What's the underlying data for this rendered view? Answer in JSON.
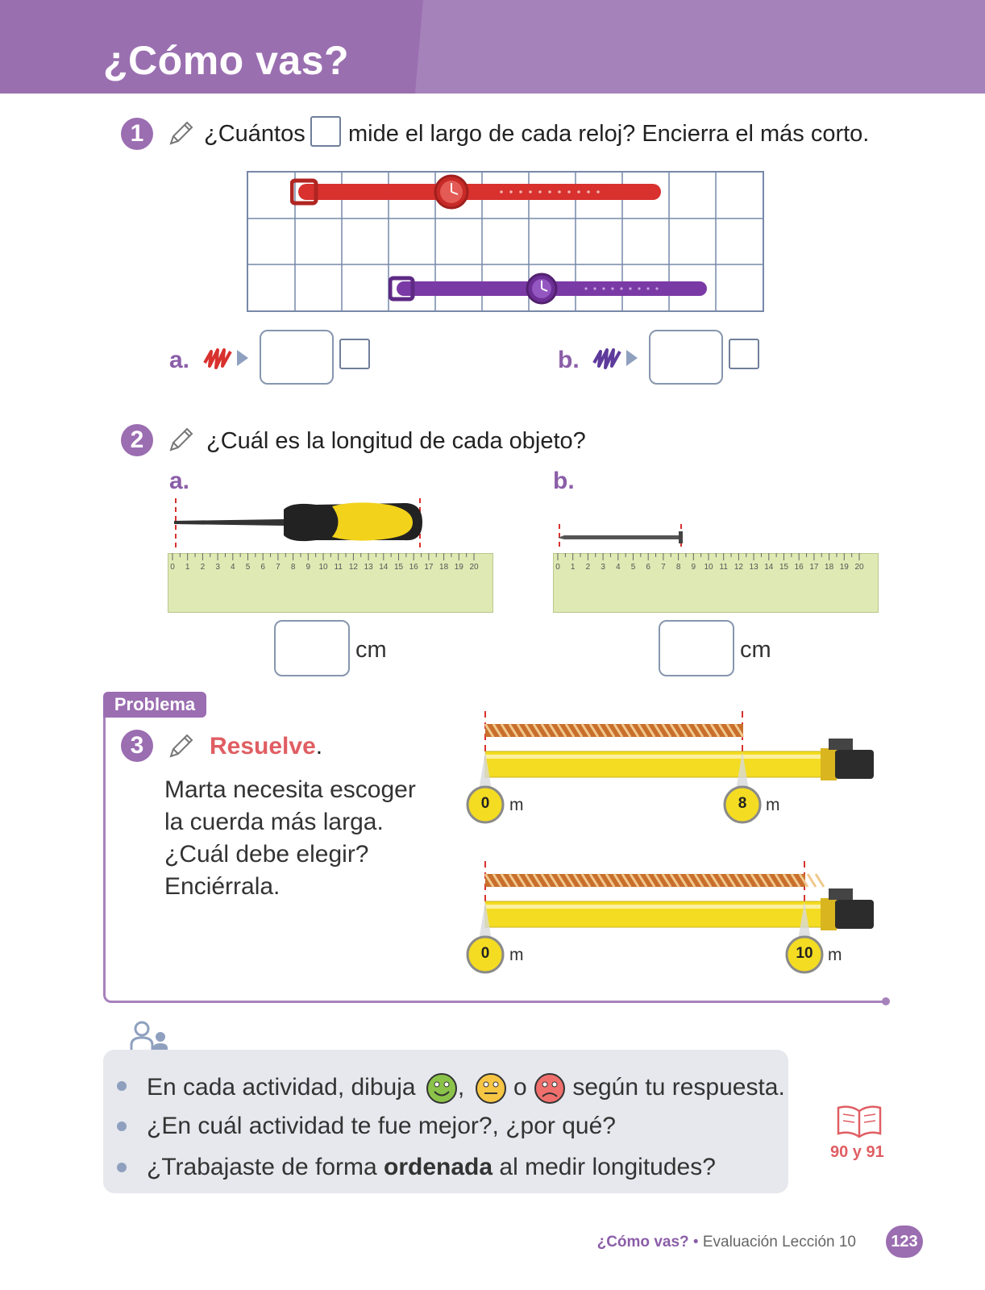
{
  "header": {
    "title": "¿Cómo vas?"
  },
  "q1": {
    "number": "1",
    "text_before": "¿Cuántos",
    "text_after": "mide el largo de cada reloj? Encierra el más corto.",
    "option_a": "a.",
    "option_b": "b.",
    "colors": {
      "red_watch": "#d8312e",
      "purple_watch": "#7a3aa6"
    }
  },
  "q2": {
    "number": "2",
    "text": "¿Cuál es la longitud de cada objeto?",
    "option_a": "a.",
    "option_b": "b.",
    "unit_a": "cm",
    "unit_b": "cm",
    "ruler_ticks": [
      "0",
      "1",
      "2",
      "3",
      "4",
      "5",
      "6",
      "7",
      "8",
      "9",
      "10",
      "11",
      "12",
      "13",
      "14",
      "15",
      "16",
      "17",
      "18",
      "19",
      "20"
    ]
  },
  "q3": {
    "tag": "Problema",
    "number": "3",
    "title": "Resuelve",
    "title_dot": ".",
    "lines": [
      "Marta necesita escoger",
      "la cuerda más larga.",
      "¿Cuál debe elegir?",
      "Enciérrala."
    ],
    "rope1": {
      "start": "0",
      "end": "8",
      "unit": "m"
    },
    "rope2": {
      "start": "0",
      "end": "10",
      "unit": "m"
    }
  },
  "reflection": {
    "line1_before": "En cada actividad, dibuja",
    "line1_comma": ",",
    "line1_o": "o",
    "line1_after": "según tu respuesta.",
    "line2": "¿En cuál actividad te fue mejor?, ¿por qué?",
    "line3_before": "¿Trabajaste de forma",
    "line3_bold": "ordenada",
    "line3_after": "al medir longitudes?"
  },
  "book_ref": "90 y 91",
  "footer": {
    "section": "¿Cómo vas?",
    "separator": "•",
    "subtitle": "Evaluación Lección 10",
    "page_number": "123"
  }
}
